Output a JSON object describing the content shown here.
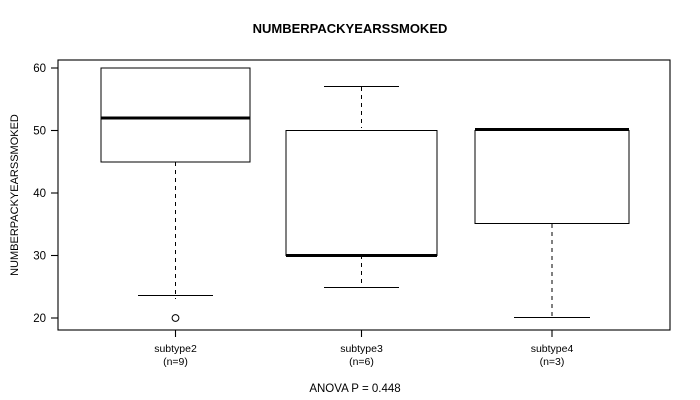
{
  "chart_data": {
    "type": "box",
    "title": "NUMBERPACKYEARSSMOKED",
    "xlabel": "",
    "ylabel": "NUMBERPACKYEARSSMOKED",
    "ylim": [
      18,
      61.5
    ],
    "yticks": [
      20,
      30,
      40,
      50,
      60
    ],
    "ytick_labels": [
      "20",
      "30",
      "40",
      "50",
      "60"
    ],
    "grid": false,
    "legend": "none",
    "annotation": "ANOVA P = 0.448",
    "categories": [
      "subtype2",
      "subtype3",
      "subtype4"
    ],
    "category_counts": [
      "(n=9)",
      "(n=6)",
      "(n=3)"
    ],
    "boxes": [
      {
        "name": "subtype2",
        "n": 9,
        "whisker_low": 23,
        "q1": 45,
        "median": 52,
        "q3": 60,
        "whisker_high": 60,
        "outliers": [
          20
        ]
      },
      {
        "name": "subtype3",
        "n": 6,
        "whisker_low": 25,
        "q1": 30,
        "median": 30,
        "q3": 50,
        "whisker_high": 57,
        "outliers": []
      },
      {
        "name": "subtype4",
        "n": 3,
        "whisker_low": 20,
        "q1": 35,
        "median": 50,
        "q3": 50,
        "whisker_high": 50,
        "outliers": []
      }
    ]
  },
  "colors": {
    "background": "#ffffff",
    "foreground": "#000000",
    "box_fill": "#ffffff"
  }
}
